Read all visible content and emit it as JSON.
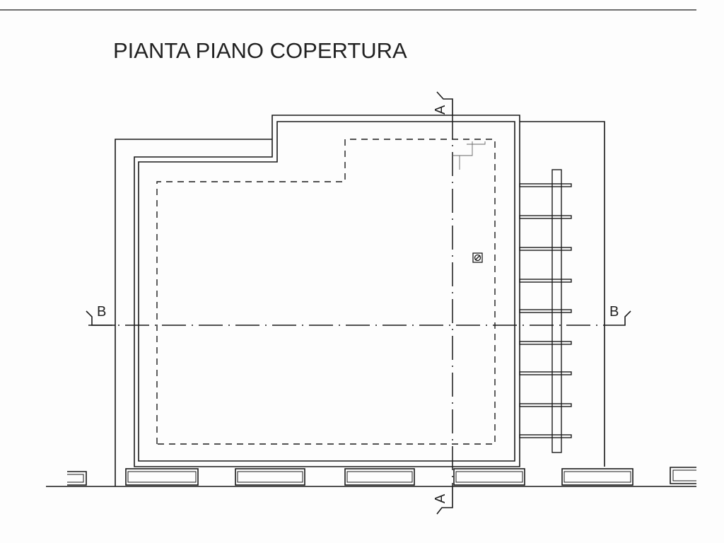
{
  "title": "PIANTA PIANO COPERTURA",
  "sections": {
    "a_top": "A",
    "a_bottom": "A",
    "b_left": "B",
    "b_right": "B"
  },
  "colors": {
    "ink": "#1a1a1a",
    "paper": "#fdfdfd"
  },
  "icons": [
    "drain-symbol",
    "stair-marks"
  ]
}
